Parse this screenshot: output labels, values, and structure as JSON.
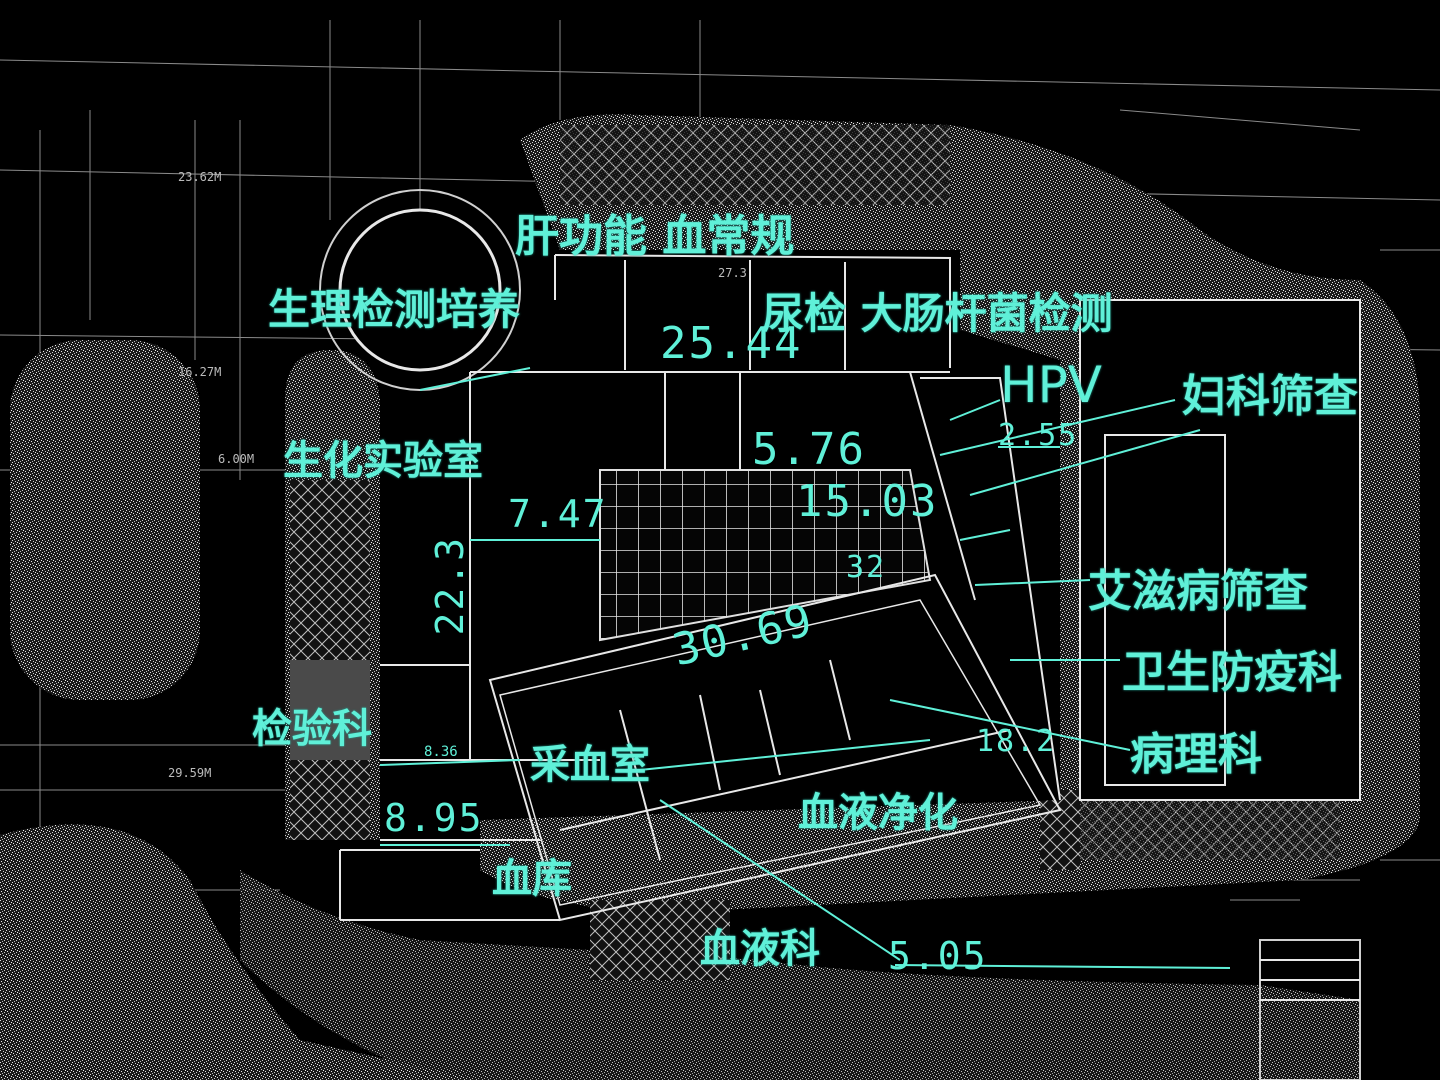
{
  "colors": {
    "background": "#000000",
    "linework": "#d8d8d8",
    "labels": "#5ff0d8"
  },
  "labels": {
    "liver_blood": "肝功能 血常规",
    "physio": "生理检测培养",
    "urine_ecoli": "尿检 大肠杆菌检测",
    "hpv": "HPV",
    "gyn": "妇科筛查",
    "biochem": "生化实验室",
    "aids": "艾滋病筛查",
    "hygiene": "卫生防疫科",
    "pathology": "病理科",
    "lab_dept": "检验科",
    "blood_draw": "采血室",
    "blood_purify": "血液净化",
    "blood_bank": "血库",
    "hematology": "血液科"
  },
  "dimensions": {
    "d1": "25.44",
    "d2": "5.76",
    "d3": "15.03",
    "d4": "7.47",
    "d5": "22.3",
    "d6": "30.69",
    "d7": "2.55",
    "d8": "8.95",
    "d9": "18.2",
    "d10": "5.05",
    "d11": "32",
    "d12": "8.36"
  },
  "cad_notes": {
    "n1": "23.62M",
    "n2": "16.27M",
    "n3": "6.00M",
    "n4": "29.59M",
    "n5": "27.3"
  }
}
